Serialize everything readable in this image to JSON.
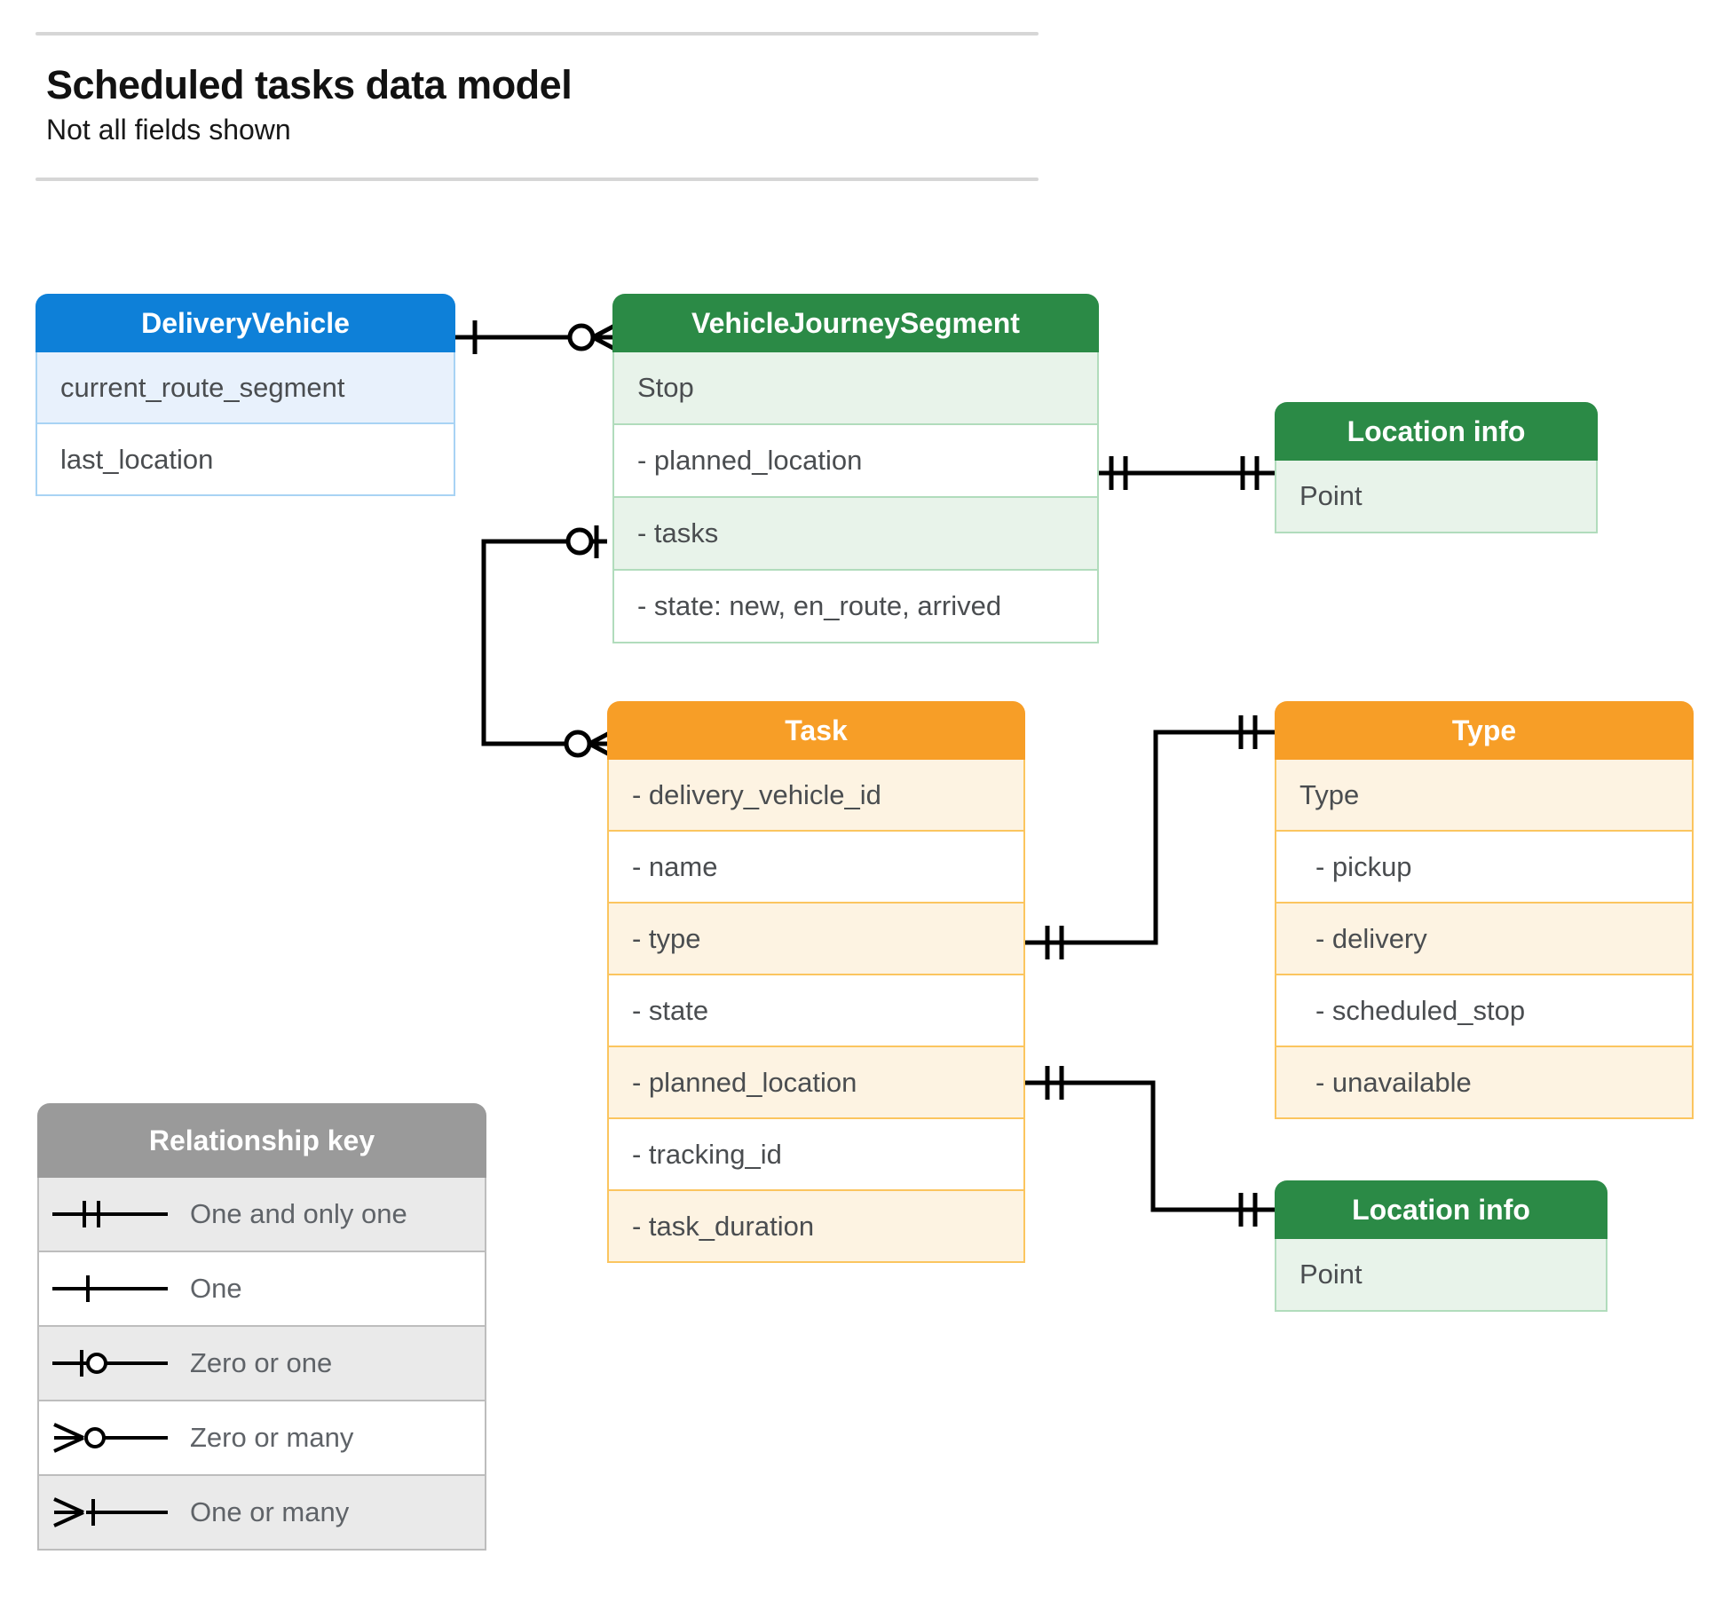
{
  "header": {
    "title": "Scheduled tasks data model",
    "subtitle": "Not all fields shown"
  },
  "colors": {
    "blue_header": "#0e80d8",
    "blue_row": "#e8f1fc",
    "blue_border": "#a8d3f4",
    "green_header": "#2b8a46",
    "green_row": "#e8f3ea",
    "green_border": "#b1dcbc",
    "orange_header": "#f79e27",
    "orange_row": "#fdf3e2",
    "orange_border": "#fbc55f",
    "grey_header": "#9a9a9a",
    "grey_row": "#eaeaea",
    "connector": "#000000"
  },
  "entities": {
    "delivery_vehicle": {
      "title": "DeliveryVehicle",
      "rows": [
        "current_route_segment",
        "last_location"
      ]
    },
    "vehicle_journey_segment": {
      "title": "VehicleJourneySegment",
      "rows": [
        "Stop",
        "-  planned_location",
        "- tasks",
        "- state: new, en_route, arrived"
      ]
    },
    "location_info_top": {
      "title": "Location info",
      "rows": [
        "Point"
      ]
    },
    "location_info_bottom": {
      "title": "Location info",
      "rows": [
        "Point"
      ]
    },
    "task": {
      "title": "Task",
      "rows": [
        "- delivery_vehicle_id",
        "- name",
        "- type",
        "- state",
        "- planned_location",
        "- tracking_id",
        "- task_duration"
      ]
    },
    "type": {
      "title": "Type",
      "rows": [
        "Type",
        "-   pickup",
        "-   delivery",
        "-   scheduled_stop",
        "-   unavailable"
      ]
    }
  },
  "legend": {
    "title": "Relationship key",
    "items": [
      {
        "symbol": "one-and-only-one",
        "label": "One and only one"
      },
      {
        "symbol": "one",
        "label": "One"
      },
      {
        "symbol": "zero-or-one",
        "label": "Zero or one"
      },
      {
        "symbol": "zero-or-many",
        "label": "Zero or many"
      },
      {
        "symbol": "one-or-many",
        "label": "One or many"
      }
    ]
  },
  "relationships": [
    {
      "name": "deliveryvehicle-to-vehiclejourneysegment",
      "from": "DeliveryVehicle",
      "from_cardinality": "One",
      "to": "VehicleJourneySegment",
      "to_cardinality": "Zero or many"
    },
    {
      "name": "vehiclejourneysegment-plannedlocation-to-locationinfo",
      "from": "VehicleJourneySegment.planned_location",
      "from_cardinality": "One and only one",
      "to": "Location info",
      "to_cardinality": "One and only one"
    },
    {
      "name": "vehiclejourneysegment-tasks-to-task",
      "from": "VehicleJourneySegment.tasks",
      "from_cardinality": "Zero or one",
      "to": "Task",
      "to_cardinality": "Zero or many"
    },
    {
      "name": "task-type-to-type",
      "from": "Task.type",
      "from_cardinality": "One and only one",
      "to": "Type",
      "to_cardinality": "One and only one"
    },
    {
      "name": "task-plannedlocation-to-locationinfo",
      "from": "Task.planned_location",
      "from_cardinality": "One and only one",
      "to": "Location info",
      "to_cardinality": "One and only one"
    }
  ]
}
